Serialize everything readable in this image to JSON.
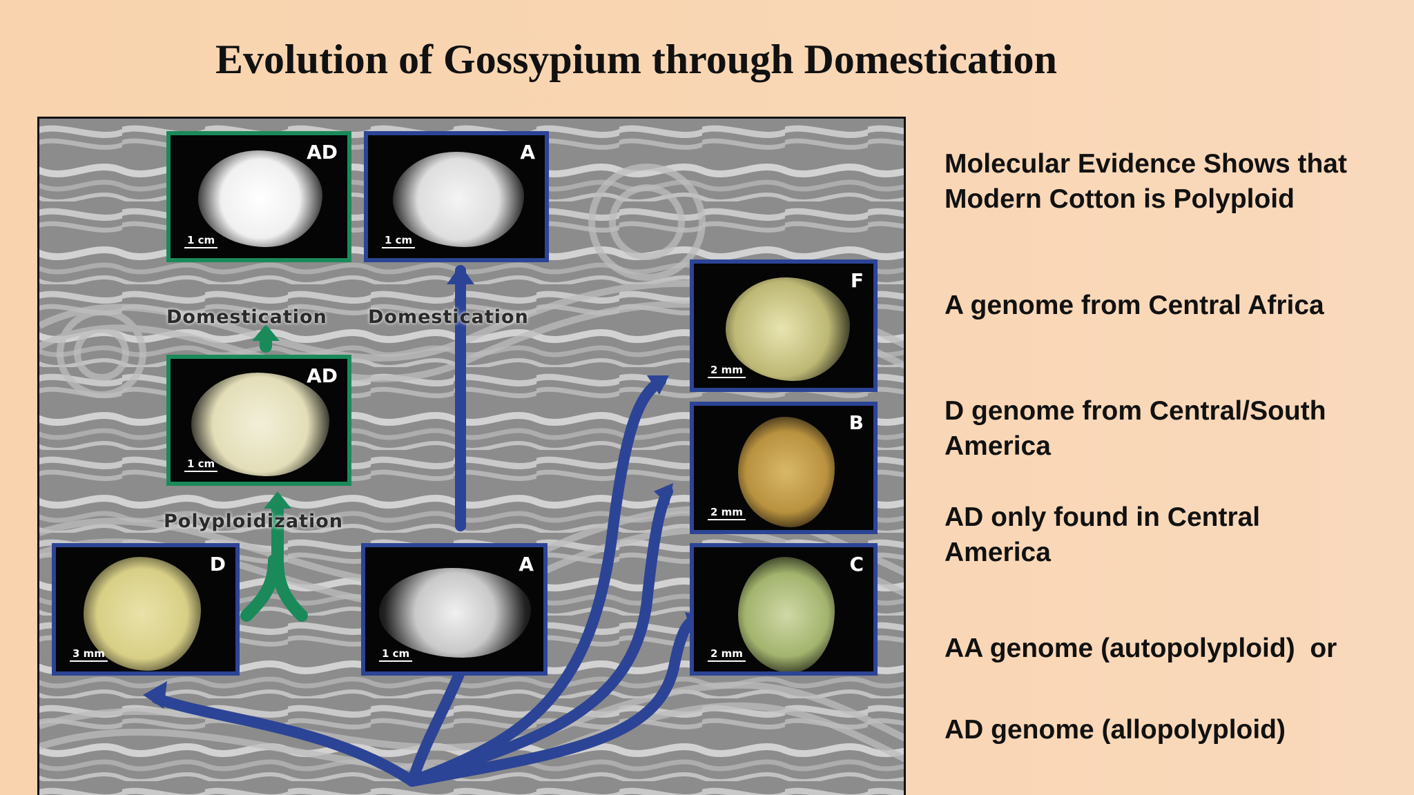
{
  "slide": {
    "title": "Evolution of Gossypium through Domestication"
  },
  "figure": {
    "panels": [
      {
        "id": "ad-domesticated",
        "letter": "AD",
        "scale": "1 cm",
        "frame": "#1a8a5a",
        "fiber": "#f4f4f4"
      },
      {
        "id": "a-domesticated",
        "letter": "A",
        "scale": "1 cm",
        "frame": "#2c4496",
        "fiber": "#eaeaea"
      },
      {
        "id": "ad-wild",
        "letter": "AD",
        "scale": "1 cm",
        "frame": "#1a8a5a",
        "fiber": "#e9e6c9"
      },
      {
        "id": "d",
        "letter": "D",
        "scale": "3 mm",
        "frame": "#2c4496",
        "fiber": "#e3dc9c"
      },
      {
        "id": "a-wild",
        "letter": "A",
        "scale": "1 cm",
        "frame": "#2c4496",
        "fiber": "#dcdcdc"
      },
      {
        "id": "f",
        "letter": "F",
        "scale": "2 mm",
        "frame": "#2c4496",
        "fiber": "#cfc98a"
      },
      {
        "id": "b",
        "letter": "B",
        "scale": "2 mm",
        "frame": "#2c4496",
        "fiber": "#c7a456"
      },
      {
        "id": "c",
        "letter": "C",
        "scale": "2 mm",
        "frame": "#2c4496",
        "fiber": "#b9c78c"
      }
    ],
    "labels": {
      "domestication_left": "Domestication",
      "domestication_right": "Domestication",
      "polyploidization": "Polyploidization"
    },
    "colors": {
      "green_arrow": "#1a8a5a",
      "blue_arrow": "#2c4496"
    }
  },
  "notes": [
    "Molecular Evidence Shows that Modern Cotton is Polyploid",
    "A genome from Central Africa",
    "D genome from Central/South America",
    "AD only found in Central America",
    "AA genome (autopolyploid)  or",
    "AD genome (allopolyploid)"
  ]
}
